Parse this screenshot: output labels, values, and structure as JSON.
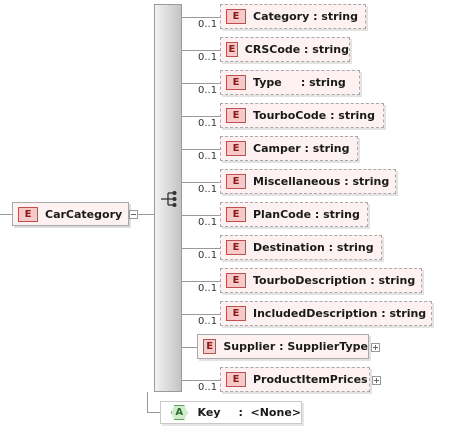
{
  "root": {
    "badge": "E",
    "label": "CarCategory"
  },
  "children": [
    {
      "badge": "E",
      "label": "Category : string",
      "cardinality": "0..1",
      "optional": true,
      "expandable": false
    },
    {
      "badge": "E",
      "label": "CRSCode : string",
      "cardinality": "0..1",
      "optional": true,
      "expandable": false
    },
    {
      "badge": "E",
      "label": "Type     : string",
      "cardinality": "0..1",
      "optional": true,
      "expandable": false
    },
    {
      "badge": "E",
      "label": "TourboCode : string",
      "cardinality": "0..1",
      "optional": true,
      "expandable": false
    },
    {
      "badge": "E",
      "label": "Camper : string",
      "cardinality": "0..1",
      "optional": true,
      "expandable": false
    },
    {
      "badge": "E",
      "label": "Miscellaneous : string",
      "cardinality": "0..1",
      "optional": true,
      "expandable": false
    },
    {
      "badge": "E",
      "label": "PlanCode : string",
      "cardinality": "0..1",
      "optional": true,
      "expandable": false
    },
    {
      "badge": "E",
      "label": "Destination : string",
      "cardinality": "0..1",
      "optional": true,
      "expandable": false
    },
    {
      "badge": "E",
      "label": "TourboDescription : string",
      "cardinality": "0..1",
      "optional": true,
      "expandable": false
    },
    {
      "badge": "E",
      "label": "IncludedDescription : string",
      "cardinality": "0..1",
      "optional": true,
      "expandable": false
    },
    {
      "badge": "E",
      "label": "Supplier : SupplierType",
      "cardinality": "",
      "optional": false,
      "expandable": true
    },
    {
      "badge": "E",
      "label": "ProductItemPrices",
      "cardinality": "0..1",
      "optional": true,
      "expandable": true
    }
  ],
  "key": {
    "badge": "A",
    "label": "Key",
    "value": ":  <None>"
  },
  "icons": {
    "root_toggle": "collapse-icon",
    "sequence": "sequence-compositor-icon",
    "child_toggle": "expand-icon"
  },
  "colors": {
    "element_fill": "#fdf1f1",
    "element_badge": "#f7c9c9",
    "element_badge_border": "#c0504d",
    "key_badge": "#cfeccd",
    "connector": "#9a9a9a"
  }
}
